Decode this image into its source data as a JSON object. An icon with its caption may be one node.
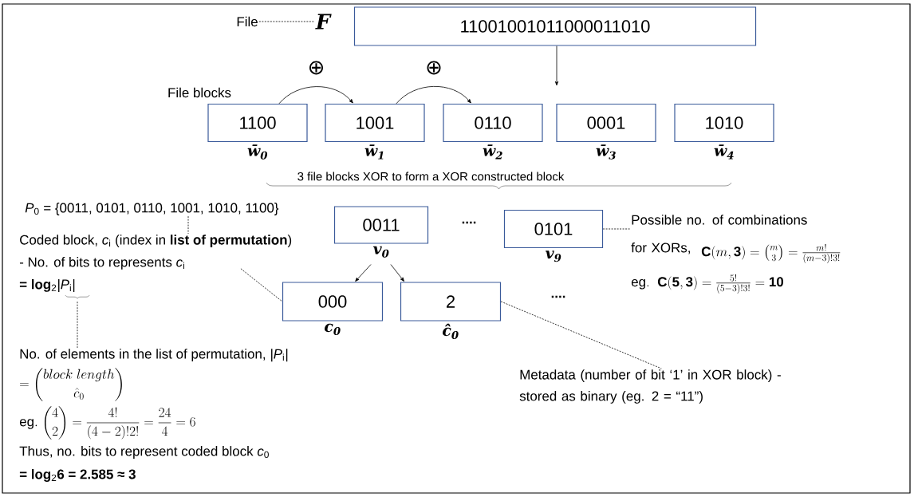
{
  "diagram": {
    "nodes": [
      {
        "text": [
          "File"
        ]
      },
      {
        "text": [
          "F"
        ]
      },
      {
        "text": [
          "11001001011000011010"
        ]
      },
      {
        "text": [
          "1100"
        ],
        "beside": [
          "w̄$_{0}$"
        ]
      },
      {
        "text": [
          "1001"
        ],
        "beside": [
          "w̄$_{1}$"
        ]
      },
      {
        "text": [
          "0110"
        ],
        "beside": [
          "w̄$_{2}$"
        ]
      },
      {
        "text": [
          "0001"
        ],
        "beside": [
          "w̄$_{3}$"
        ]
      },
      {
        "text": [
          "1010"
        ],
        "beside": [
          "w̄$_{4}$"
        ]
      },
      {
        "text": [
          "0011"
        ],
        "beside": [
          "v$_{0}$"
        ]
      },
      {
        "text": [
          "0101"
        ],
        "beside": [
          "v$_{9}$"
        ]
      },
      {
        "text": [
          "000"
        ],
        "beside": [
          "c$_{0}$"
        ]
      },
      {
        "text": [
          "2"
        ],
        "beside": [
          "ĉ$_{0}$"
        ]
      },
      {
        "text": [
          "*P*$_{0}$ = {0011, 0101, 0110, 1001, 1010, 1100}"
        ]
      },
      {
        "text": [
          "Coded block, *c*$_{i}$ (index in **list of permutation**)",
          "- No. of bits to represents *c*$_{i}$",
          "**= log**$_{2}$*|P*$_{i}$*|*"
        ]
      },
      {
        "text": [
          "No. of elements in the list of permutation, *|P*$_{i}$*|*"
        ]
      },
      {
        "text": [
          "Possible no. of combinations for XORs,"
        ]
      },
      {
        "text": [
          "Metadata (number of bit ‘1’ in XOR block) - stored as binary (eg. 2 = “11”)"
        ]
      }
    ],
    "edges": [
      {
        "from": 0,
        "to": 1,
        "arrow": "none",
        "style": "dashed"
      },
      {
        "from": 3,
        "to": 4,
        "arrow": "to",
        "label": "⊕"
      },
      {
        "from": 4,
        "to": 5,
        "arrow": "to",
        "label": "⊕"
      },
      {
        "from": 2,
        "to": null,
        "arrow": "to"
      },
      {
        "from": 8,
        "to": 10,
        "arrow": "to"
      },
      {
        "from": 8,
        "to": 11,
        "arrow": "to"
      },
      {
        "from": 12,
        "to": 13,
        "arrow": "none",
        "style": "dashed"
      },
      {
        "from": 13,
        "to": 10,
        "arrow": "none",
        "style": "dashed"
      },
      {
        "from": 13,
        "to": 14,
        "arrow": "none",
        "style": "dashed"
      },
      {
        "from": 9,
        "to": 15,
        "arrow": "none",
        "style": "dashed"
      },
      {
        "from": 11,
        "to": 16,
        "arrow": "none",
        "style": "dashed"
      }
    ],
    "labels": [
      "File blocks",
      "3 file blocks XOR to form a XOR constructed block",
      "....",
      "....",
      "\\mathbf{C}(m,\\mathbf{3}) = \\binom{m}{3} = \\frac{m!}{(m-3)!3!}",
      "\\mathrm{eg.}\\;\\; \\mathbf{C(5,3)} = \\frac{5!}{(5-3)!3!} = \\mathbf{10}",
      "= \\binom{block\\ length}{\\hat{c}_0}",
      "\\mathrm{eg.}\\ \\binom{4}{2} = \\frac{4!}{(4-2)!2!} = \\frac{24}{4} = 6",
      "Thus, no. bits to represent coded block *c*$_{0}$",
      "**= log**$_{2}$**6 = 2.585 ≈ 3**"
    ]
  }
}
